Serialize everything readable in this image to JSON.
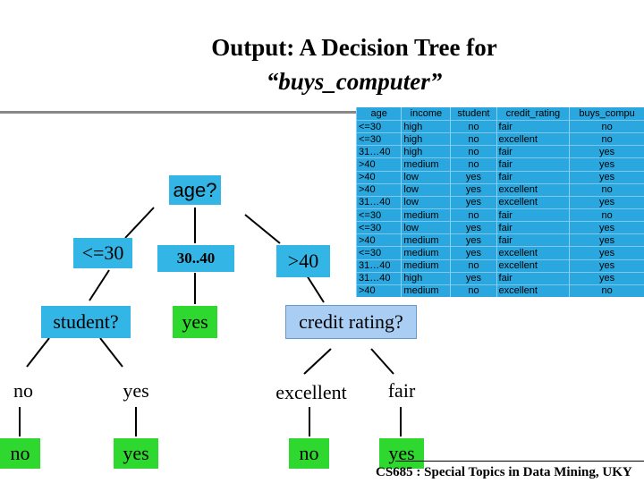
{
  "title": {
    "line1": "Output: A Decision Tree for",
    "line2": "“buys_computer”"
  },
  "tree": {
    "root": "age?",
    "branch_le30": "<=30",
    "branch_31_40": "30..40",
    "branch_gt40": ">40",
    "student": "student?",
    "leaf_31_40": "yes",
    "credit": "credit rating?",
    "student_no": "no",
    "student_yes": "yes",
    "credit_excellent": "excellent",
    "credit_fair": "fair",
    "leaf_no1": "no",
    "leaf_yes1": "yes",
    "leaf_no2": "no",
    "leaf_yes2": "yes"
  },
  "table": {
    "headers": [
      "age",
      "income",
      "student",
      "credit_rating",
      "buys_compu"
    ],
    "rows": [
      [
        "<=30",
        "high",
        "no",
        "fair",
        "no"
      ],
      [
        "<=30",
        "high",
        "no",
        "excellent",
        "no"
      ],
      [
        "31…40",
        "high",
        "no",
        "fair",
        "yes"
      ],
      [
        ">40",
        "medium",
        "no",
        "fair",
        "yes"
      ],
      [
        ">40",
        "low",
        "yes",
        "fair",
        "yes"
      ],
      [
        ">40",
        "low",
        "yes",
        "excellent",
        "no"
      ],
      [
        "31…40",
        "low",
        "yes",
        "excellent",
        "yes"
      ],
      [
        "<=30",
        "medium",
        "no",
        "fair",
        "no"
      ],
      [
        "<=30",
        "low",
        "yes",
        "fair",
        "yes"
      ],
      [
        ">40",
        "medium",
        "yes",
        "fair",
        "yes"
      ],
      [
        "<=30",
        "medium",
        "yes",
        "excellent",
        "yes"
      ],
      [
        "31…40",
        "medium",
        "no",
        "excellent",
        "yes"
      ],
      [
        "31…40",
        "high",
        "yes",
        "fair",
        "yes"
      ],
      [
        ">40",
        "medium",
        "no",
        "excellent",
        "no"
      ]
    ]
  },
  "footer": "CS685 : Special Topics in Data Mining, UKY",
  "colors": {
    "root": "#33b5e5",
    "leaf": "#2ed82e",
    "credit": "#a9cdf3",
    "table": "#2aa7df"
  }
}
